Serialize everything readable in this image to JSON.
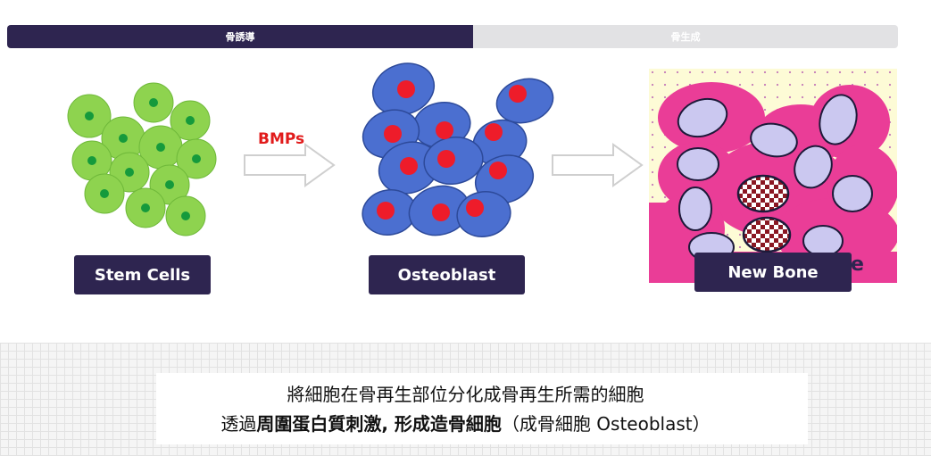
{
  "phase_bar": {
    "left_label": "骨誘導",
    "right_label": "骨生成"
  },
  "diagram": {
    "bmp_label": "BMPs",
    "stages": [
      {
        "label": "Stem Cells"
      },
      {
        "label": "Osteoblast"
      },
      {
        "label": "New Bone"
      }
    ],
    "partial_text": "e"
  },
  "caption": {
    "line1": "將細胞在骨再生部位分化成骨再生所需的細胞",
    "line2_prefix": "透過",
    "line2_bold": "周圍蛋白質刺激, 形成造骨細胞",
    "line2_suffix": "（成骨細胞 Osteoblast）"
  },
  "colors": {
    "navy": "#2e2550",
    "stem_green": "#8ed34f",
    "stem_nucleus": "#159a3c",
    "osteo_blue": "#4b6fd0",
    "osteo_red": "#ee1c2a",
    "bone_pink": "#ea3d97",
    "bone_cell": "#cbc8f0",
    "matrix_yellow": "#fdfbd6",
    "bmp_red": "#e11b1b"
  }
}
